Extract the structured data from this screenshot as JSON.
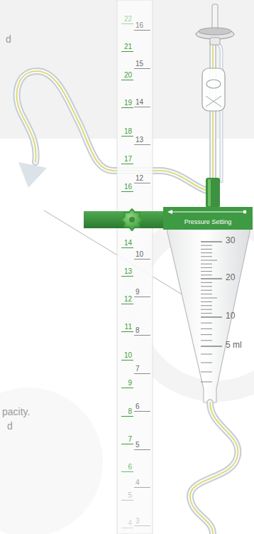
{
  "diagram": {
    "nodes": [
      {
        "text": [
          "Pressure Setting"
        ]
      }
    ],
    "labels": [
      "d",
      "pacity.",
      "d",
      "22",
      "21",
      "20",
      "19",
      "18",
      "17",
      "16",
      "14",
      "13",
      "12",
      "11",
      "10",
      "9",
      "8",
      "7",
      "6",
      "5",
      "4",
      "16",
      "15",
      "14",
      "13",
      "12",
      "10",
      "9",
      "8",
      "7",
      "6",
      "5",
      "4",
      "3",
      "30",
      "20",
      "10",
      "5 ml"
    ]
  }
}
